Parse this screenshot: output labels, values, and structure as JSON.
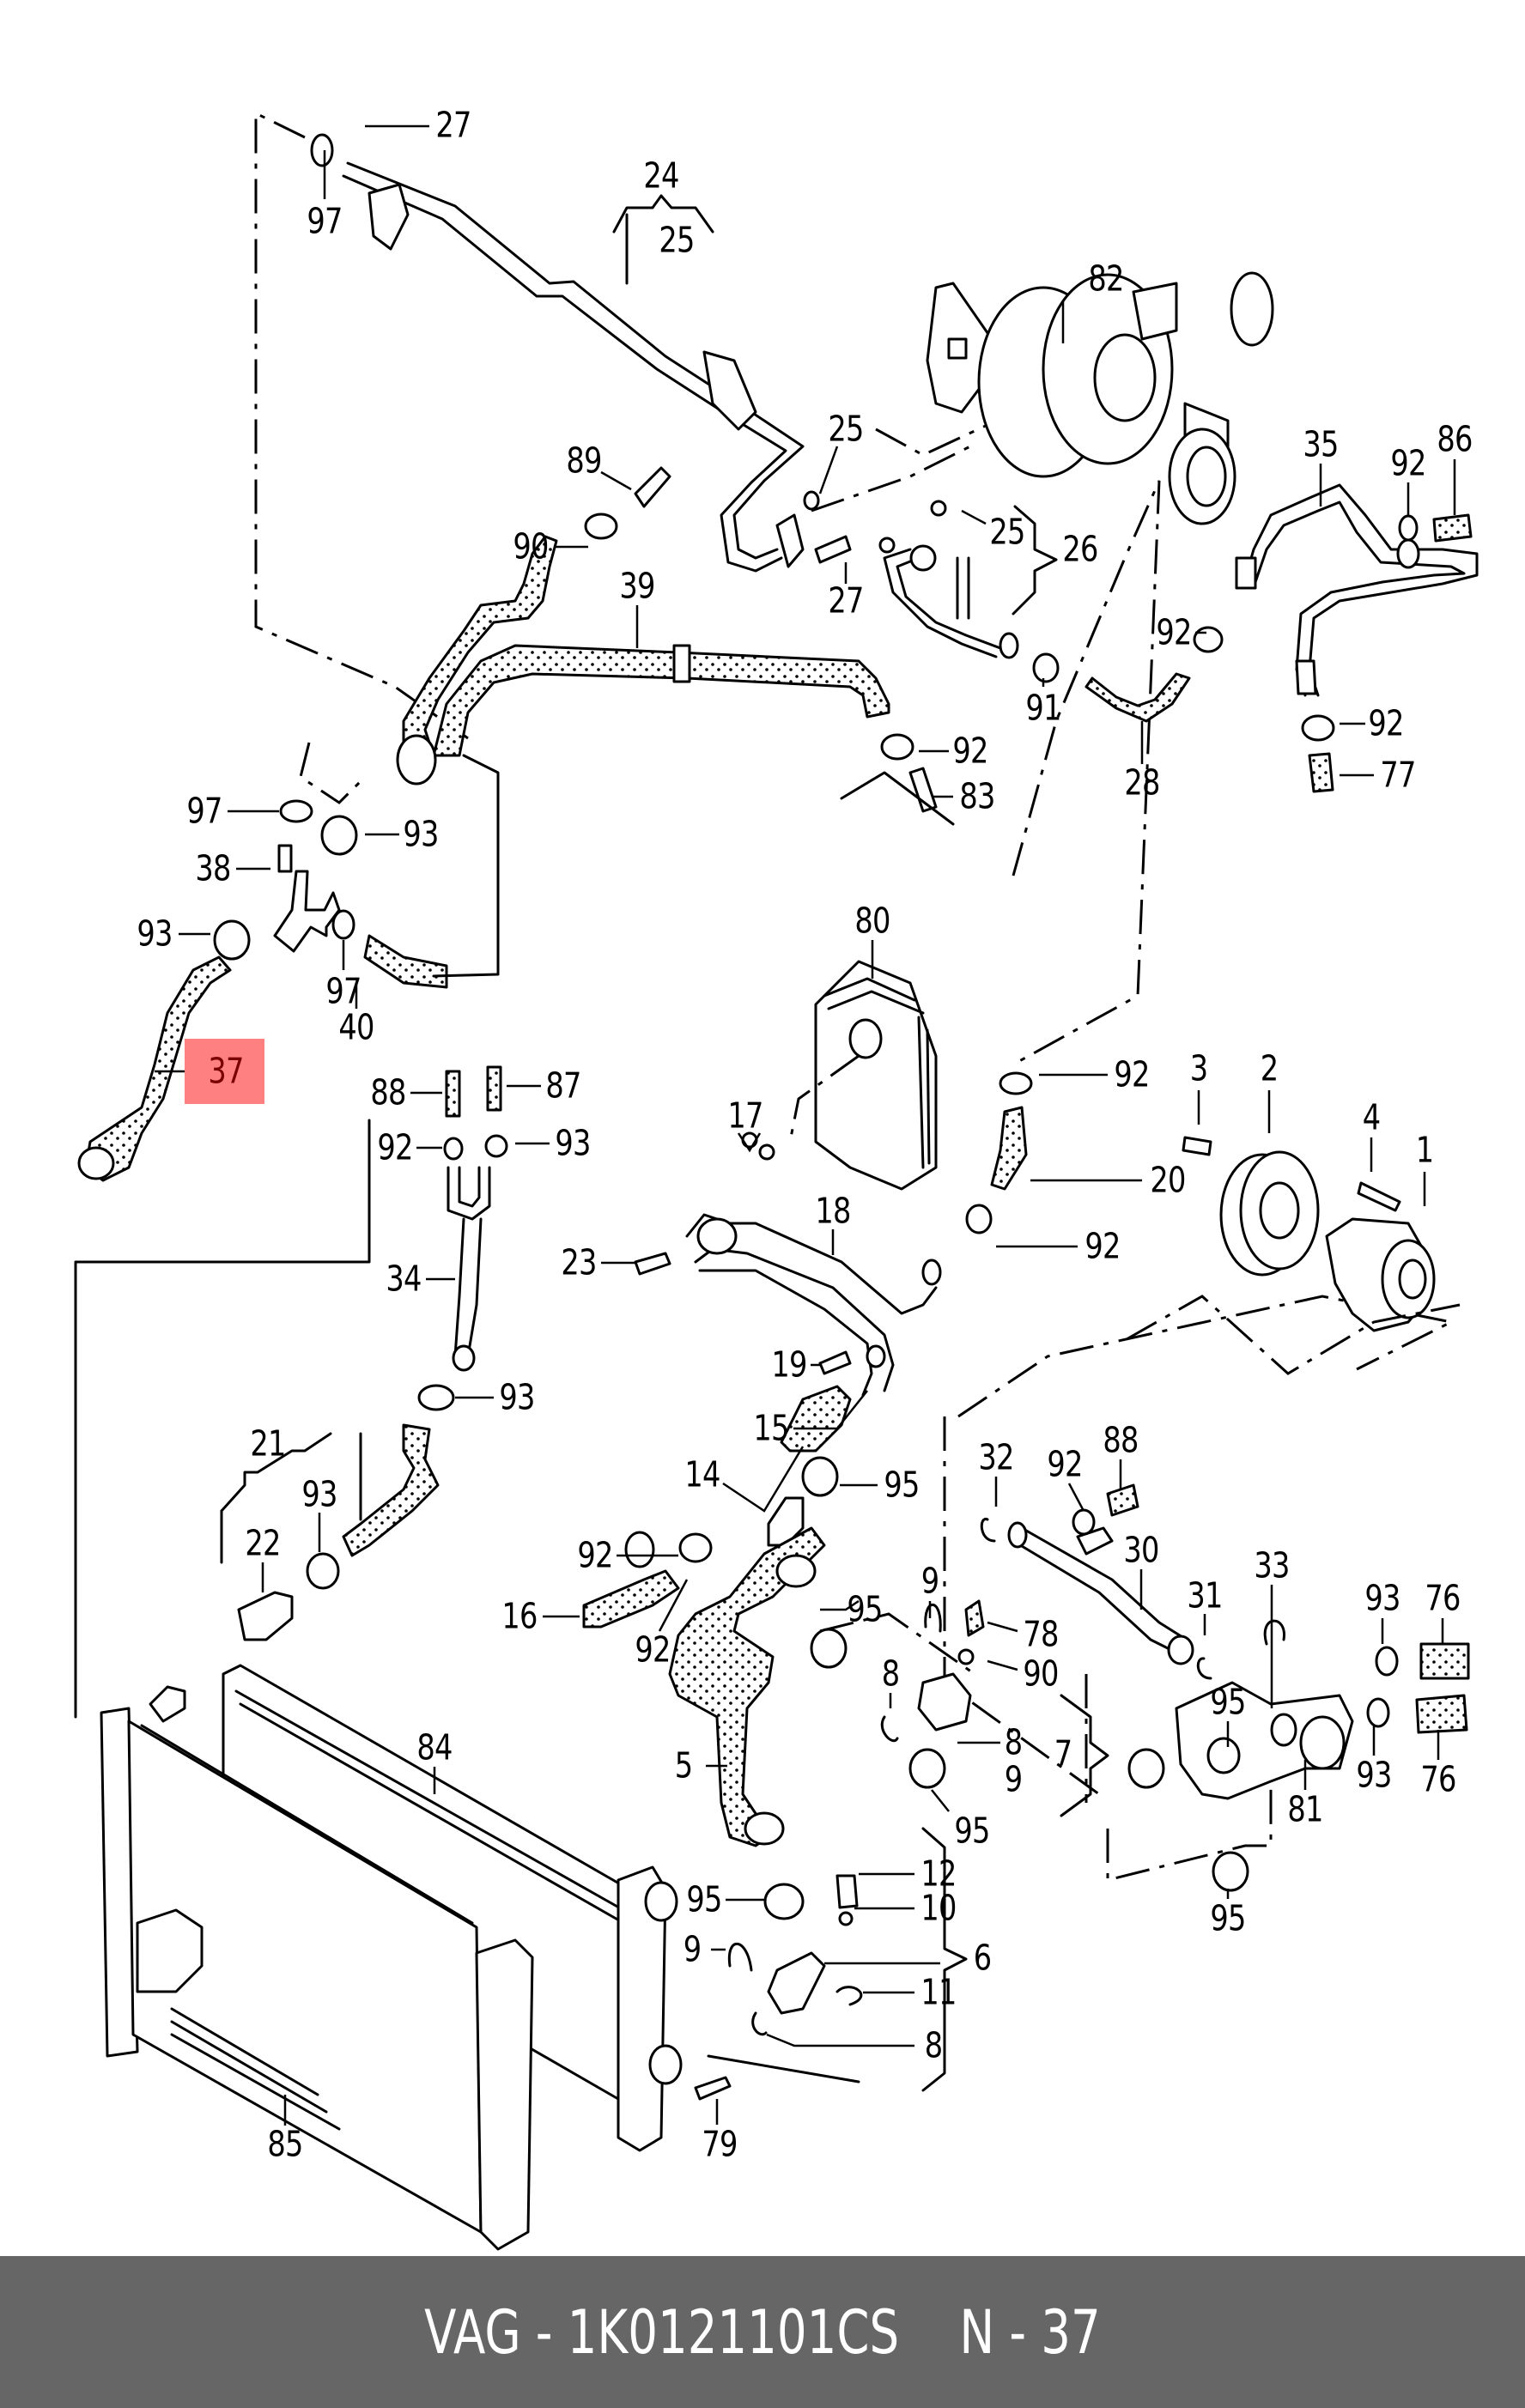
{
  "diagram": {
    "type": "exploded parts diagram",
    "subject": "engine cooling system - radiator, hoses, turbocharger coolant lines, water pump, thermostat housing",
    "highlighted_callout": "37",
    "highlight_color": "#ff8080",
    "highlight_text_color": "#7a0000",
    "callouts": [
      {
        "id": "c27a",
        "text": "27"
      },
      {
        "id": "c97a",
        "text": "97"
      },
      {
        "id": "c24",
        "text": "24"
      },
      {
        "id": "c25a",
        "text": "25"
      },
      {
        "id": "c82",
        "text": "82"
      },
      {
        "id": "c25b",
        "text": "25"
      },
      {
        "id": "c25c",
        "text": "25"
      },
      {
        "id": "c26",
        "text": "26"
      },
      {
        "id": "c27b",
        "text": "27"
      },
      {
        "id": "c89",
        "text": "89"
      },
      {
        "id": "c90a",
        "text": "90"
      },
      {
        "id": "c39",
        "text": "39"
      },
      {
        "id": "c35",
        "text": "35"
      },
      {
        "id": "c92a",
        "text": "92"
      },
      {
        "id": "c86",
        "text": "86"
      },
      {
        "id": "c92b",
        "text": "92"
      },
      {
        "id": "c91",
        "text": "91"
      },
      {
        "id": "c28",
        "text": "28"
      },
      {
        "id": "c92c",
        "text": "92"
      },
      {
        "id": "c77",
        "text": "77"
      },
      {
        "id": "c92d",
        "text": "92"
      },
      {
        "id": "c83",
        "text": "83"
      },
      {
        "id": "c97b",
        "text": "97"
      },
      {
        "id": "c93a",
        "text": "93"
      },
      {
        "id": "c38",
        "text": "38"
      },
      {
        "id": "c93b",
        "text": "93"
      },
      {
        "id": "c97c",
        "text": "97"
      },
      {
        "id": "c40",
        "text": "40"
      },
      {
        "id": "c37",
        "text": "37"
      },
      {
        "id": "c80",
        "text": "80"
      },
      {
        "id": "c88a",
        "text": "88"
      },
      {
        "id": "c87",
        "text": "87"
      },
      {
        "id": "c92e",
        "text": "92"
      },
      {
        "id": "c93c",
        "text": "93"
      },
      {
        "id": "c17",
        "text": "17"
      },
      {
        "id": "c23",
        "text": "23"
      },
      {
        "id": "c18",
        "text": "18"
      },
      {
        "id": "c92f",
        "text": "92"
      },
      {
        "id": "c20",
        "text": "20"
      },
      {
        "id": "c92g",
        "text": "92"
      },
      {
        "id": "c3",
        "text": "3"
      },
      {
        "id": "c2",
        "text": "2"
      },
      {
        "id": "c4",
        "text": "4"
      },
      {
        "id": "c1",
        "text": "1"
      },
      {
        "id": "c34",
        "text": "34"
      },
      {
        "id": "c19",
        "text": "19"
      },
      {
        "id": "c93d",
        "text": "93"
      },
      {
        "id": "c15",
        "text": "15"
      },
      {
        "id": "c21",
        "text": "21"
      },
      {
        "id": "c14",
        "text": "14"
      },
      {
        "id": "c95a",
        "text": "95"
      },
      {
        "id": "c32",
        "text": "32"
      },
      {
        "id": "c92h",
        "text": "92"
      },
      {
        "id": "c88b",
        "text": "88"
      },
      {
        "id": "c93e",
        "text": "93"
      },
      {
        "id": "c22",
        "text": "22"
      },
      {
        "id": "c92i",
        "text": "92"
      },
      {
        "id": "c16",
        "text": "16"
      },
      {
        "id": "c92j",
        "text": "92"
      },
      {
        "id": "c95b",
        "text": "95"
      },
      {
        "id": "c9a",
        "text": "9"
      },
      {
        "id": "c78",
        "text": "78"
      },
      {
        "id": "c90b",
        "text": "90"
      },
      {
        "id": "c30",
        "text": "30"
      },
      {
        "id": "c33",
        "text": "33"
      },
      {
        "id": "c31",
        "text": "31"
      },
      {
        "id": "c93f",
        "text": "93"
      },
      {
        "id": "c76a",
        "text": "76"
      },
      {
        "id": "c8a",
        "text": "8"
      },
      {
        "id": "c5",
        "text": "5"
      },
      {
        "id": "c8b",
        "text": "8"
      },
      {
        "id": "c7",
        "text": "7"
      },
      {
        "id": "c9b",
        "text": "9"
      },
      {
        "id": "c95c",
        "text": "95"
      },
      {
        "id": "c95d",
        "text": "95"
      },
      {
        "id": "c93g",
        "text": "93"
      },
      {
        "id": "c76b",
        "text": "76"
      },
      {
        "id": "c81",
        "text": "81"
      },
      {
        "id": "c95e",
        "text": "95"
      },
      {
        "id": "c84",
        "text": "84"
      },
      {
        "id": "c95f",
        "text": "95"
      },
      {
        "id": "c12",
        "text": "12"
      },
      {
        "id": "c10",
        "text": "10"
      },
      {
        "id": "c9c",
        "text": "9"
      },
      {
        "id": "c11",
        "text": "11"
      },
      {
        "id": "c6",
        "text": "6"
      },
      {
        "id": "c8c",
        "text": "8"
      },
      {
        "id": "c85",
        "text": "85"
      },
      {
        "id": "c79",
        "text": "79"
      }
    ]
  },
  "footer": {
    "brand": "VAG",
    "separator": "-",
    "part_number": "1K0121101CS",
    "position_label": "N",
    "position_separator": "-",
    "position_number": "37"
  }
}
